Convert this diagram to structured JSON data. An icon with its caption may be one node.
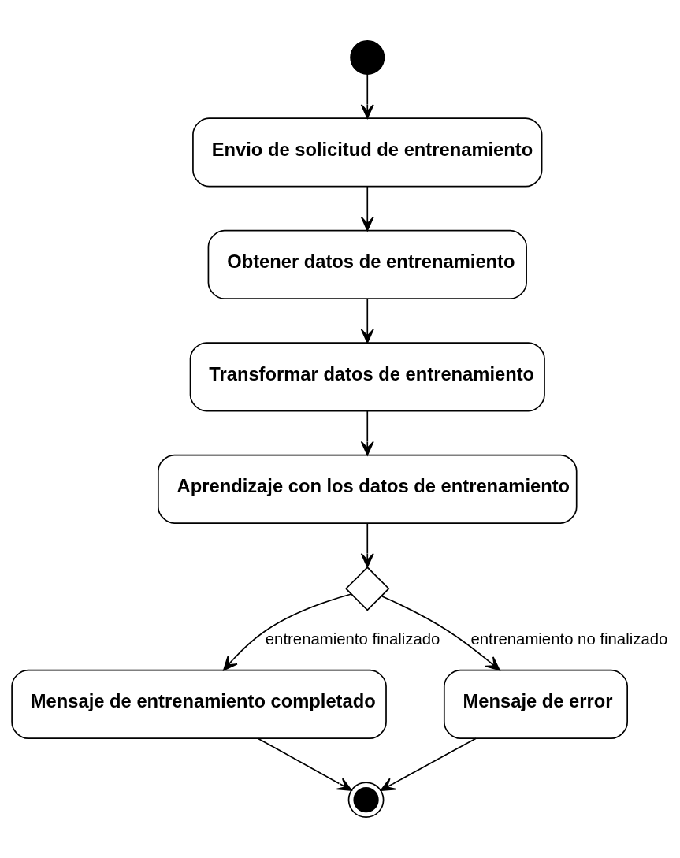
{
  "diagram": {
    "nodes": [
      {
        "text": [],
        "shape": "circle"
      },
      {
        "text": [
          "Envio de solicitud de entrenamiento"
        ]
      },
      {
        "text": [
          "Obtener datos de entrenamiento"
        ]
      },
      {
        "text": [
          "Transformar datos de entrenamiento"
        ]
      },
      {
        "text": [
          "Aprendizaje con los datos de entrenamiento"
        ]
      },
      {
        "text": [],
        "shape": "diamond"
      },
      {
        "text": [
          "Mensaje de entrenamiento completado"
        ]
      },
      {
        "text": [
          "Mensaje de error"
        ]
      },
      {
        "text": [],
        "shape": "circle"
      }
    ],
    "edges": [
      {
        "from": 0,
        "to": 1,
        "arrow": "to"
      },
      {
        "from": 1,
        "to": 2,
        "arrow": "to"
      },
      {
        "from": 2,
        "to": 3,
        "arrow": "to"
      },
      {
        "from": 3,
        "to": 4,
        "arrow": "to"
      },
      {
        "from": 4,
        "to": 5,
        "arrow": "to"
      },
      {
        "from": 5,
        "to": 6,
        "arrow": "to",
        "label": "entrenamiento finalizado"
      },
      {
        "from": 5,
        "to": 7,
        "arrow": "to",
        "label": "entrenamiento no finalizado"
      },
      {
        "from": 6,
        "to": 8,
        "arrow": "to"
      },
      {
        "from": 7,
        "to": 8,
        "arrow": "to"
      }
    ]
  }
}
